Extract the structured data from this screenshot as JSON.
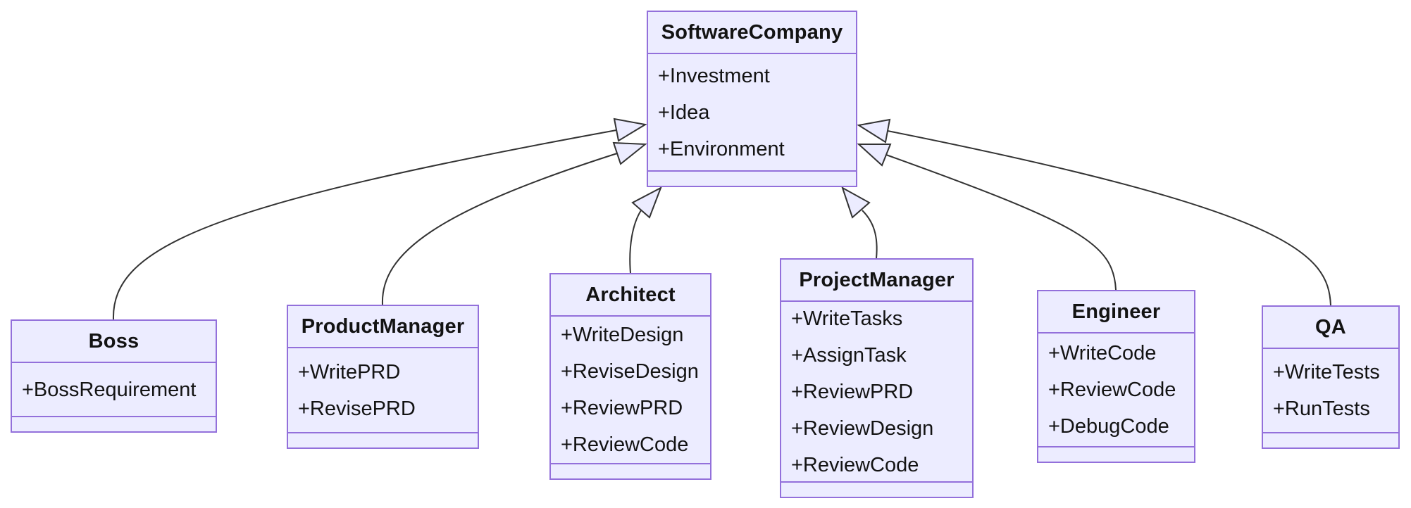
{
  "diagram_type": "uml-class-diagram",
  "colors": {
    "background": "#FFFFFF",
    "node_fill": "#ECECFF",
    "node_border": "#9370DB",
    "edge": "#333333",
    "text": "#131313"
  },
  "classes": {
    "software_company": {
      "name": "SoftwareCompany",
      "attributes": [
        "+Investment",
        "+Idea",
        "+Environment"
      ],
      "methods": []
    },
    "boss": {
      "name": "Boss",
      "attributes": [
        "+BossRequirement"
      ],
      "methods": []
    },
    "product_manager": {
      "name": "ProductManager",
      "attributes": [
        "+WritePRD",
        "+RevisePRD"
      ],
      "methods": []
    },
    "architect": {
      "name": "Architect",
      "attributes": [
        "+WriteDesign",
        "+ReviseDesign",
        "+ReviewPRD",
        "+ReviewCode"
      ],
      "methods": []
    },
    "project_manager": {
      "name": "ProjectManager",
      "attributes": [
        "+WriteTasks",
        "+AssignTask",
        "+ReviewPRD",
        "+ReviewDesign",
        "+ReviewCode"
      ],
      "methods": []
    },
    "engineer": {
      "name": "Engineer",
      "attributes": [
        "+WriteCode",
        "+ReviewCode",
        "+DebugCode"
      ],
      "methods": []
    },
    "qa": {
      "name": "QA",
      "attributes": [
        "+WriteTests",
        "+RunTests"
      ],
      "methods": []
    }
  },
  "relations": [
    {
      "from": "Boss",
      "to": "SoftwareCompany",
      "type": "inheritance"
    },
    {
      "from": "ProductManager",
      "to": "SoftwareCompany",
      "type": "inheritance"
    },
    {
      "from": "Architect",
      "to": "SoftwareCompany",
      "type": "inheritance"
    },
    {
      "from": "ProjectManager",
      "to": "SoftwareCompany",
      "type": "inheritance"
    },
    {
      "from": "Engineer",
      "to": "SoftwareCompany",
      "type": "inheritance"
    },
    {
      "from": "QA",
      "to": "SoftwareCompany",
      "type": "inheritance"
    }
  ]
}
